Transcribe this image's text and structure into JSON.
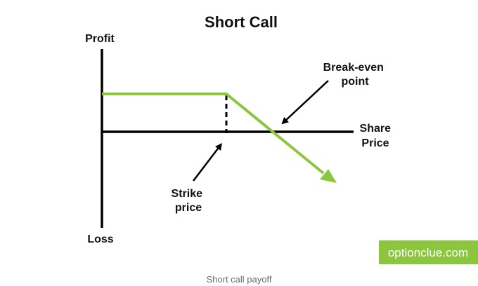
{
  "diagram": {
    "title": "Short Call",
    "profit_label": "Profit",
    "loss_label": "Loss",
    "share_price_label": [
      "Share",
      "Price"
    ],
    "break_even_label": [
      "Break-even",
      "point"
    ],
    "strike_price_label": [
      "Strike",
      "price"
    ],
    "payoff_line_color": "#8cc63f",
    "axis_color": "#000000"
  },
  "watermark": {
    "text": "optionclue.com",
    "background": "#8cc63f",
    "color": "#ffffff"
  },
  "caption": "Short call payoff"
}
